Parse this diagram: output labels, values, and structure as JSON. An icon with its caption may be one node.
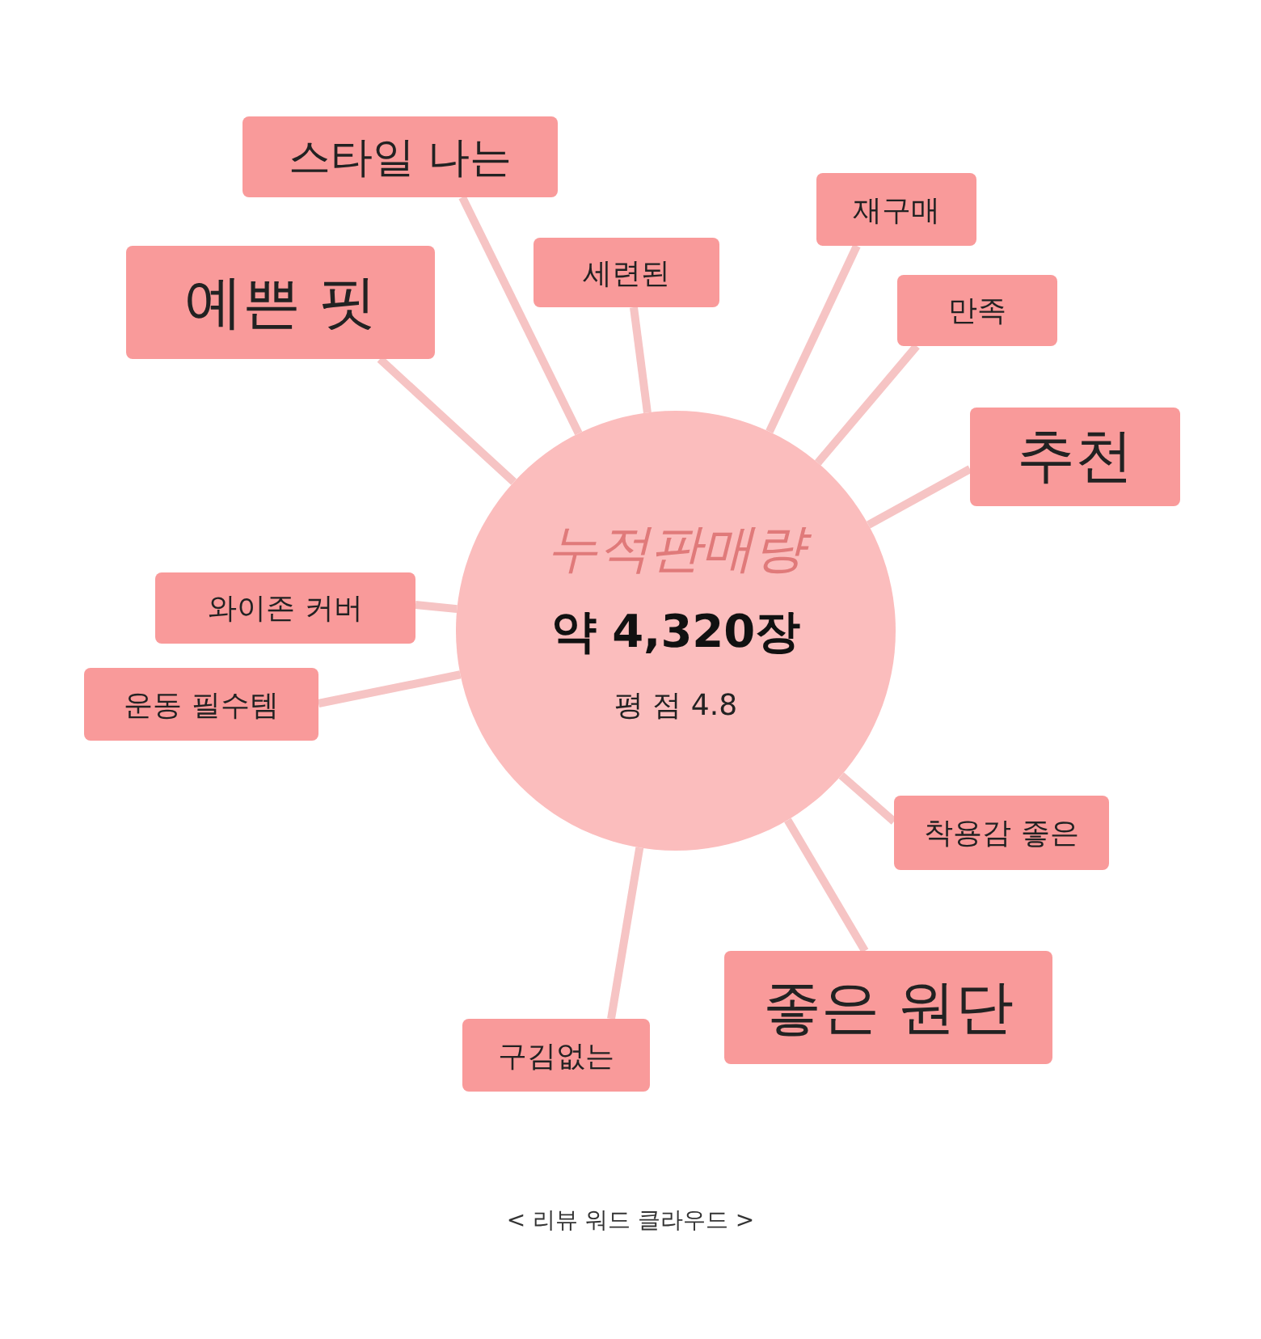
{
  "diagram": {
    "caption": "< 리뷰 워드 클라우드 >",
    "nodes": [
      {
        "text": [
          "누적판매량",
          "약 4,320장",
          "평 점 4.8"
        ]
      },
      {
        "text": [
          "스타일 나는"
        ]
      },
      {
        "text": [
          "재구매"
        ]
      },
      {
        "text": [
          "세련된"
        ]
      },
      {
        "text": [
          "예쁜 핏"
        ]
      },
      {
        "text": [
          "만족"
        ]
      },
      {
        "text": [
          "추천"
        ]
      },
      {
        "text": [
          "와이존 커버"
        ]
      },
      {
        "text": [
          "운동 필수템"
        ]
      },
      {
        "text": [
          "착용감 좋은"
        ]
      },
      {
        "text": [
          "좋은 원단"
        ]
      },
      {
        "text": [
          "구김없는"
        ]
      }
    ],
    "edges": [
      {
        "from": 0,
        "to": 1,
        "arrow": "none"
      },
      {
        "from": 0,
        "to": 2,
        "arrow": "none"
      },
      {
        "from": 0,
        "to": 3,
        "arrow": "none"
      },
      {
        "from": 0,
        "to": 4,
        "arrow": "none"
      },
      {
        "from": 0,
        "to": 5,
        "arrow": "none"
      },
      {
        "from": 0,
        "to": 6,
        "arrow": "none"
      },
      {
        "from": 0,
        "to": 7,
        "arrow": "none"
      },
      {
        "from": 0,
        "to": 8,
        "arrow": "none"
      },
      {
        "from": 0,
        "to": 9,
        "arrow": "none"
      },
      {
        "from": 0,
        "to": 10,
        "arrow": "none"
      },
      {
        "from": 0,
        "to": 11,
        "arrow": "none"
      }
    ]
  }
}
